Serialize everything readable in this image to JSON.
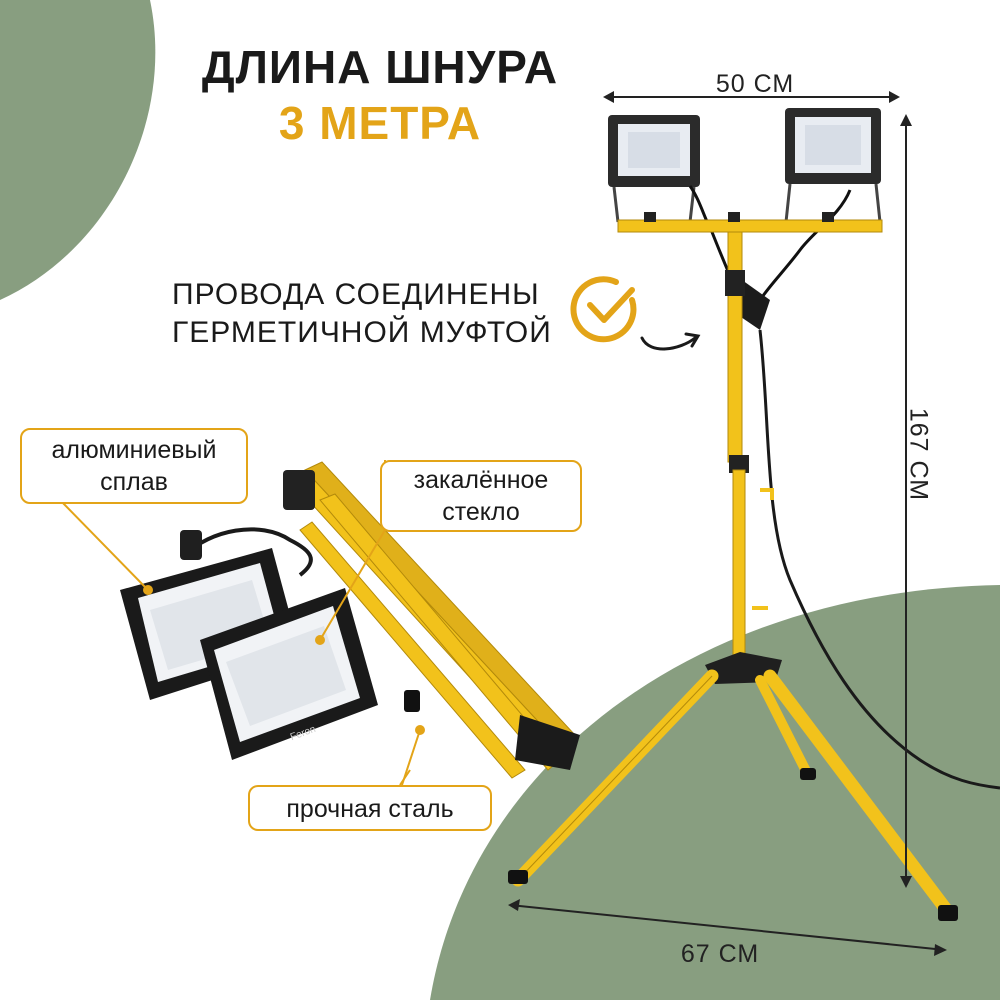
{
  "headline": {
    "line1": "ДЛИНА ШНУРА",
    "line2": "3 МЕТРА"
  },
  "callout": {
    "line1": "ПРОВОДА СОЕДИНЕНЫ",
    "line2": "ГЕРМЕТИЧНОЙ МУФТОЙ"
  },
  "labels": {
    "aluminum": "алюминиевый сплав",
    "glass": "закалённое стекло",
    "steel": "прочная сталь"
  },
  "dimensions": {
    "width_top": "50 СМ",
    "height": "167 СМ",
    "width_base": "67 СМ"
  },
  "brand_mark": "Feron",
  "colors": {
    "accent": "#E3A418",
    "green": "#889E80",
    "stand_yellow": "#F2C21B",
    "text": "#1A1A1A"
  },
  "icons": [
    "check-circle-icon",
    "curved-arrow-icon"
  ]
}
